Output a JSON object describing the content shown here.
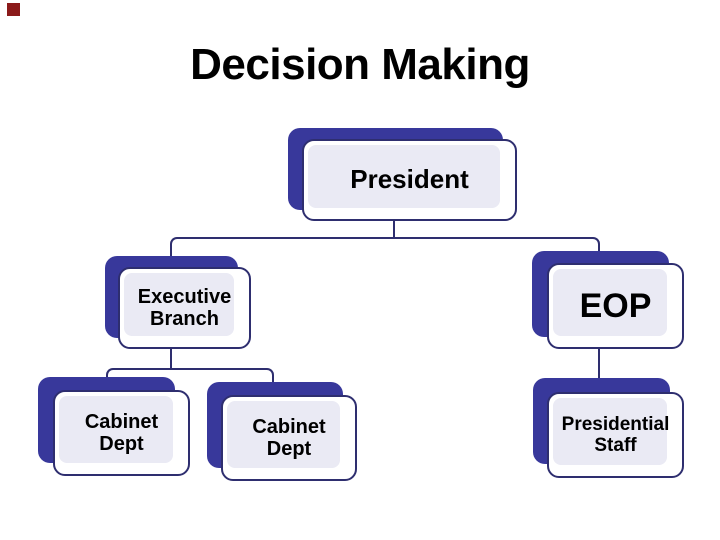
{
  "slide": {
    "title": "Decision Making",
    "background_color": "#FFFFFF",
    "corner_marker_color": "#8B1A1A"
  },
  "colors": {
    "shadow_block": "#38389B",
    "card_border": "#2E2E6F",
    "card_inner_fill": "#EAEAF4",
    "card_outer_fill": "#FFFFFF",
    "connector_line": "#2E2E6F",
    "label_text": "#000000",
    "title_text": "#000000"
  },
  "org_chart": {
    "type": "org-tree",
    "nodes": [
      {
        "id": "president",
        "label": "President",
        "parent": null
      },
      {
        "id": "executive-branch",
        "label": "Executive Branch",
        "parent": "president"
      },
      {
        "id": "eop",
        "label": "EOP",
        "parent": "president"
      },
      {
        "id": "cabinet-dept-1",
        "label": "Cabinet Dept",
        "parent": "executive-branch"
      },
      {
        "id": "cabinet-dept-2",
        "label": "Cabinet Dept",
        "parent": "executive-branch"
      },
      {
        "id": "presidential-staff",
        "label": "Presidential Staff",
        "parent": "eop"
      }
    ]
  }
}
